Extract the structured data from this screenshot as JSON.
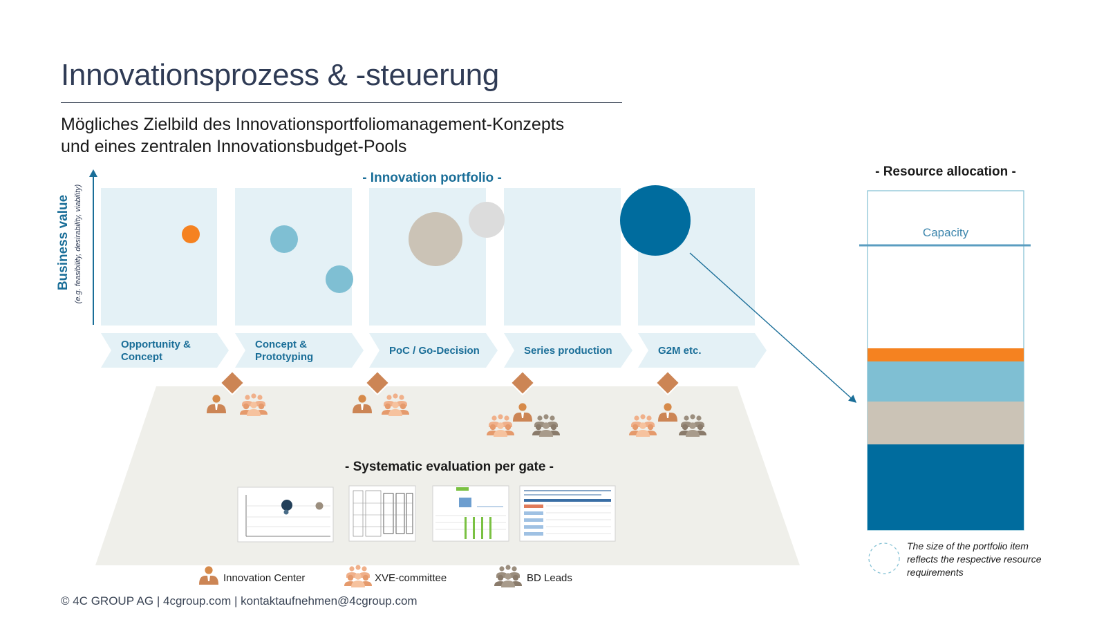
{
  "title": "Innovationsprozess & -steuerung",
  "subtitle_line1": "Mögliches Zielbild des Innovationsportfoliomanagement-Konzepts",
  "subtitle_line2": "und eines zentralen Innovationsbudget-Pools",
  "portfolio_title": "- Innovation portfolio -",
  "yaxis": {
    "label": "Business value",
    "sublabel": "(e.g. feasibility, desirability, viability)"
  },
  "stages": [
    {
      "line1": "Opportunity &",
      "line2": "Concept"
    },
    {
      "line1": "Concept &",
      "line2": "Prototyping"
    },
    {
      "line1": "PoC / Go-Decision",
      "line2": ""
    },
    {
      "line1": "Series production",
      "line2": ""
    },
    {
      "line1": "G2M etc.",
      "line2": ""
    }
  ],
  "evaluation_title": "- Systematic evaluation per gate -",
  "resource_allocation": {
    "title": "- Resource allocation -",
    "capacity_label": "Capacity",
    "size_note": "The size of the portfolio item reflects the respective resource requirements"
  },
  "legend": {
    "innovation_center": "Innovation Center",
    "xve_committee": "XVE-committee",
    "bd_leads": "BD Leads"
  },
  "footer": {
    "copyright": "© 4C GROUP AG",
    "website": "4cgroup.com",
    "email": "kontaktaufnehmen@4cgroup.com",
    "separator": "|"
  },
  "colors": {
    "navy": "#2f3b55",
    "accent_blue": "#1a6e98",
    "dark_blue": "#006c9e",
    "light_blue": "#7fbfd3",
    "beige": "#cbc3b6",
    "light_grey": "#dcdcdc",
    "orange": "#f58220",
    "copper": "#cc8555",
    "panel_bg": "#e4f1f6",
    "tray_bg": "#efefea"
  },
  "icons": [
    "person-icon",
    "group-icon",
    "gate-diamond-icon",
    "dashed-circle-icon"
  ]
}
